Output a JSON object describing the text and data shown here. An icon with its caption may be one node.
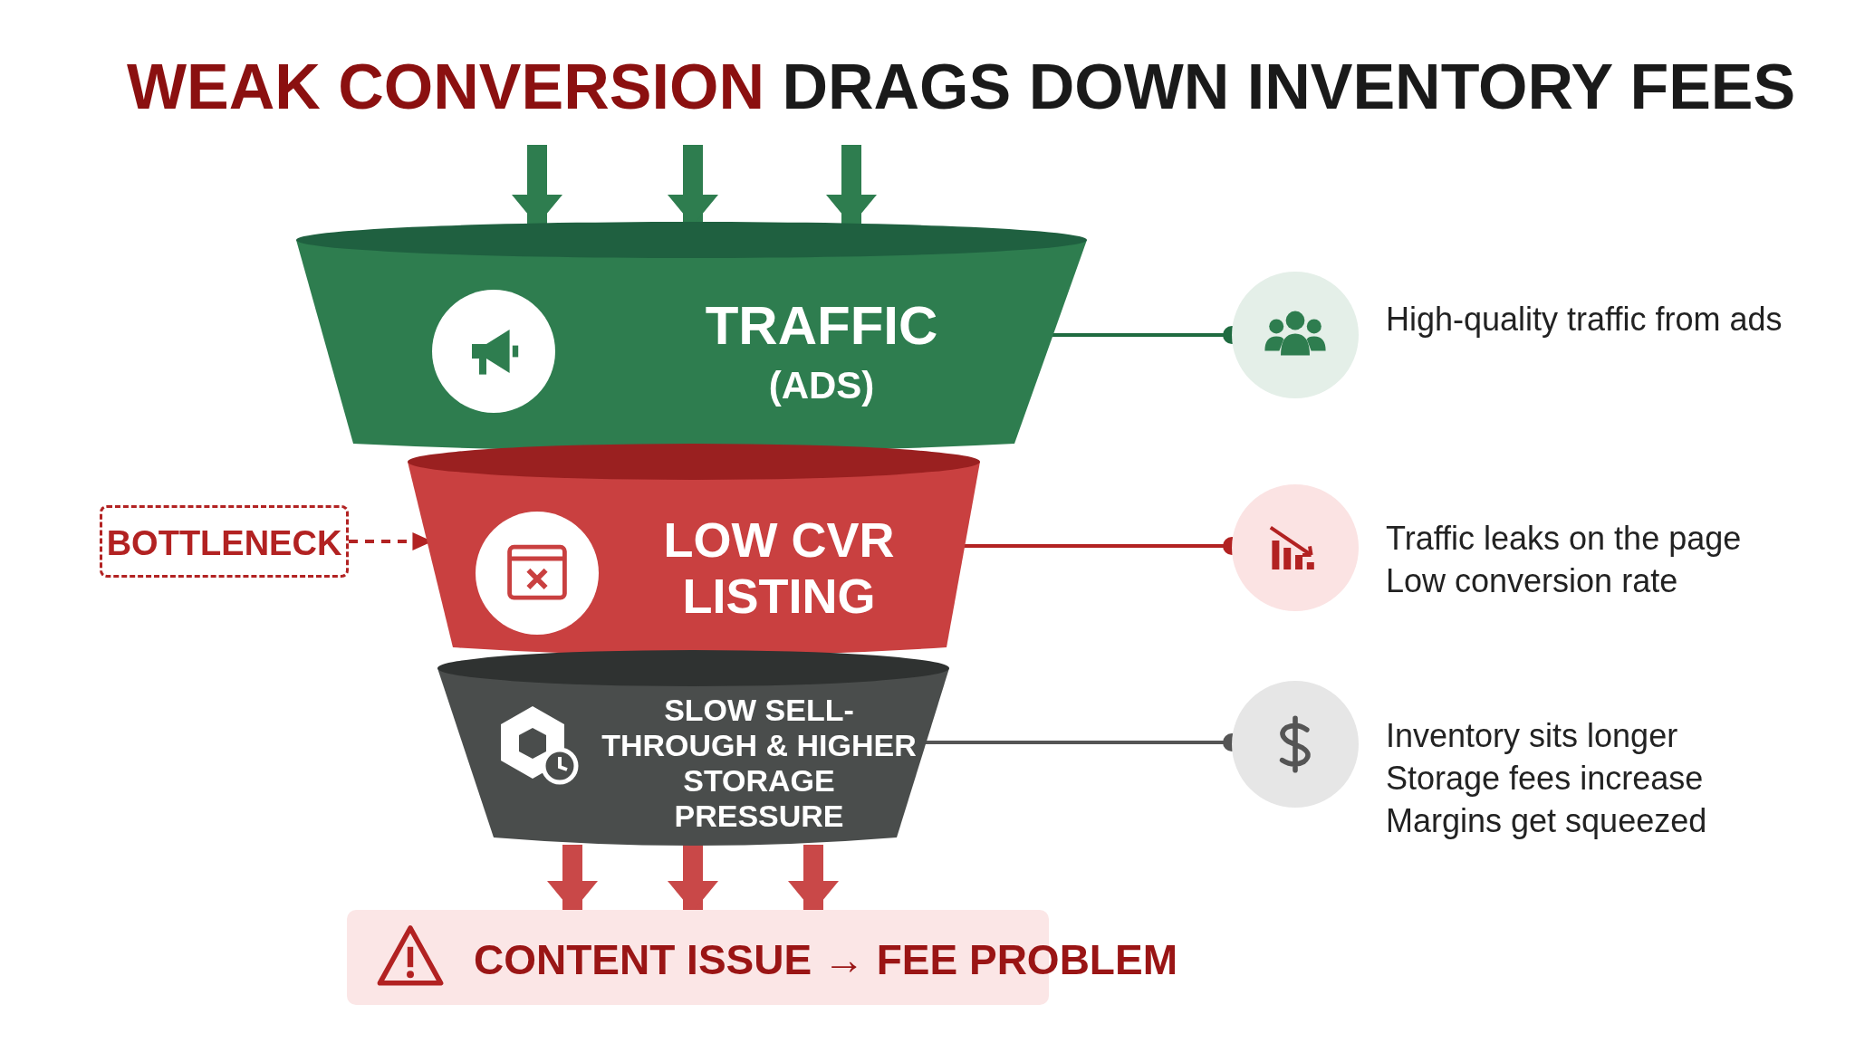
{
  "diagram": {
    "title": "WEAK CONVERSION DRAGS DOWN INVENTORY FEES",
    "nodes": [
      {
        "text": [
          "TRAFFIC",
          "(ADS)"
        ]
      },
      {
        "text": [
          "LOW CVR LISTING"
        ]
      },
      {
        "text": [
          "SLOW SELL-THROUGH & HIGHER STORAGE PRESSURE"
        ]
      },
      {
        "text": [
          "BOTTLENECK"
        ]
      },
      {
        "text": [],
        "shape": "circle",
        "beside": [
          "High-quality traffic from ads"
        ]
      },
      {
        "text": [],
        "shape": "circle",
        "beside": [
          "Traffic leaks on the page",
          "Low conversion rate"
        ]
      },
      {
        "text": [],
        "shape": "circle",
        "beside": [
          "Inventory sits longer",
          "Storage fees increase",
          "Margins get squeezed"
        ]
      },
      {
        "text": [
          "CONTENT ISSUE → FEE PROBLEM"
        ]
      }
    ],
    "edges": [
      {
        "from": null,
        "to": 0,
        "arrow": "to",
        "color": "#2e7d4f"
      },
      {
        "from": null,
        "to": 0,
        "arrow": "to",
        "color": "#2e7d4f"
      },
      {
        "from": null,
        "to": 0,
        "arrow": "to",
        "color": "#2e7d4f"
      },
      {
        "from": 0,
        "to": 4,
        "arrow": "other",
        "color": "#1f6b40"
      },
      {
        "from": 1,
        "to": 5,
        "arrow": "other",
        "color": "#b22222"
      },
      {
        "from": 2,
        "to": 6,
        "arrow": "other",
        "color": "#555555"
      },
      {
        "from": 3,
        "to": 1,
        "arrow": "to",
        "style": "dashed",
        "color": "#b22222"
      },
      {
        "from": 2,
        "to": 7,
        "arrow": "to",
        "color": "#c94848"
      },
      {
        "from": 2,
        "to": 7,
        "arrow": "to",
        "color": "#c94848"
      },
      {
        "from": 2,
        "to": 7,
        "arrow": "to",
        "color": "#c94848"
      }
    ]
  }
}
